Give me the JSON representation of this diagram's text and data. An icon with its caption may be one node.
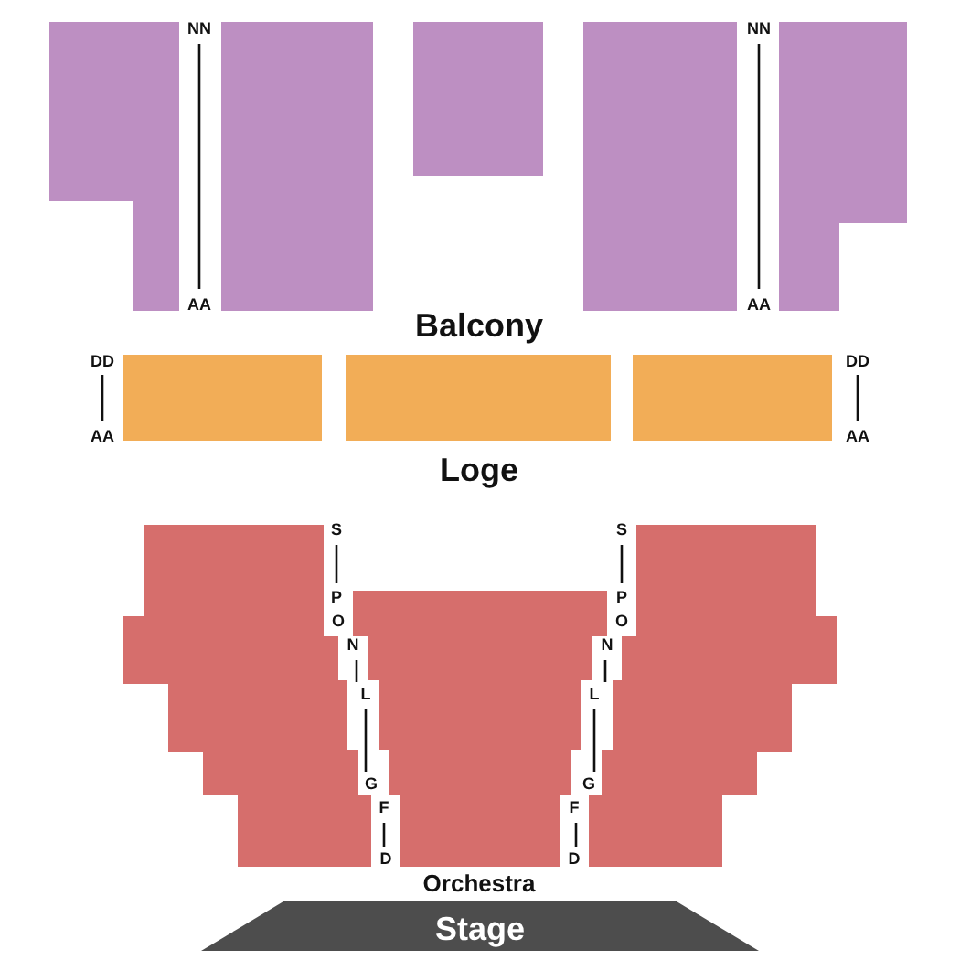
{
  "diagram": {
    "nodes": [
      {
        "text": [
          "Stage"
        ]
      }
    ],
    "labels": [
      "NN",
      "NN",
      "AA",
      "AA",
      "Balcony",
      "DD",
      "DD",
      "AA",
      "AA",
      "Loge",
      "S",
      "S",
      "P",
      "P",
      "O",
      "O",
      "N",
      "N",
      "L",
      "L",
      "G",
      "G",
      "F",
      "F",
      "D",
      "D",
      "Orchestra"
    ]
  }
}
